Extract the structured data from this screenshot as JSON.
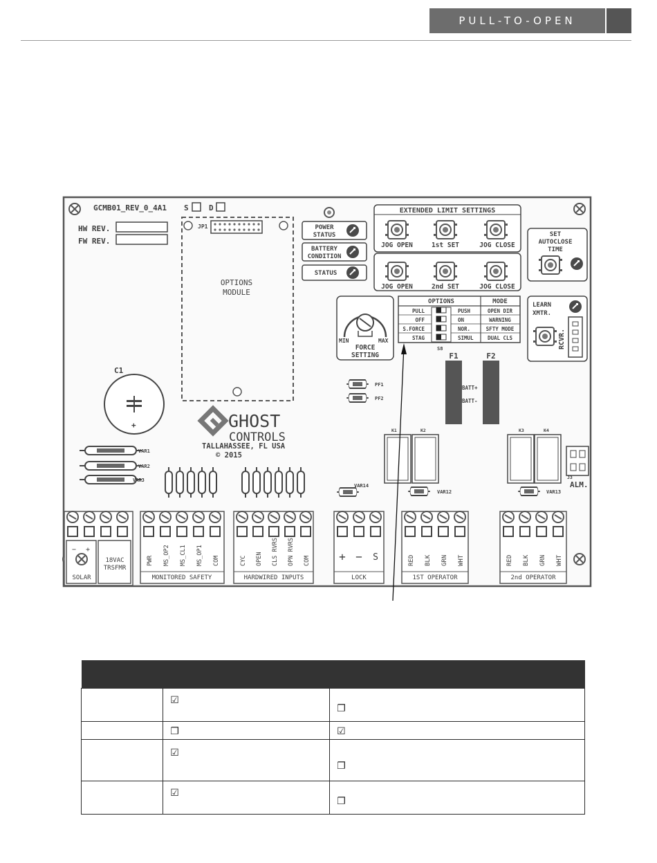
{
  "header": {
    "section_label": "PULL-TO-OPEN"
  },
  "board": {
    "part_number": "GCMB01_REV_0_4A1",
    "s_label": "S",
    "d_label": "D",
    "hw_rev": "HW REV.",
    "fw_rev": "FW REV.",
    "jp1": "JP1",
    "options_module": [
      "OPTIONS",
      "MODULE"
    ],
    "c1": "C1",
    "plus": "+",
    "power_status": [
      "POWER",
      "STATUS"
    ],
    "battery_condition": [
      "BATTERY",
      "CONDITION"
    ],
    "status": "STATUS",
    "extended_limit_settings": "EXTENDED LIMIT SETTINGS",
    "jog_open": "JOG OPEN",
    "first_set": "1st SET",
    "jog_close": "JOG CLOSE",
    "second_set": "2nd SET",
    "set_autoclose": [
      "SET",
      "AUTOCLOSE",
      "TIME"
    ],
    "learn_xmtr": [
      "LEARN",
      "XMTR."
    ],
    "rcvr": "RCVR.",
    "force_setting": [
      "FORCE",
      "SETTING"
    ],
    "min": "MIN",
    "max": "MAX",
    "options_header": "OPTIONS",
    "mode_header": "MODE",
    "options_rows": [
      {
        "left": "PULL",
        "right": "PUSH",
        "mode": "OPEN DIR"
      },
      {
        "left": "OFF",
        "right": "ON",
        "mode": "WARNING"
      },
      {
        "left": "S.FORCE",
        "right": "NOR.",
        "mode": "SFTY MODE"
      },
      {
        "left": "STAG",
        "right": "SIMUL",
        "mode": "DUAL CLS"
      }
    ],
    "s8": "S8",
    "pf1": "PF1",
    "pf2": "PF2",
    "f1": "F1",
    "f2": "F2",
    "batt_plus": "BATT+",
    "batt_minus": "BATT-",
    "logo_ghost": "GHOST",
    "logo_controls": "CONTROLS",
    "location": "TALLAHASSEE, FL USA",
    "copyright": "© 2015",
    "var1": "VAR1",
    "var2": "VAR2",
    "var3": "VAR3",
    "var14": "VAR14",
    "var12": "VAR12",
    "var13": "VAR13",
    "k1": "K1",
    "k2": "K2",
    "k3": "K3",
    "k4": "K4",
    "j3": "J3",
    "alm": "ALM.",
    "terminal_groups": {
      "solar": {
        "label": "SOLAR",
        "minus": "−",
        "plus": "+"
      },
      "trsfmr": [
        "18VAC",
        "TRSFMR"
      ],
      "monitored_safety": {
        "label": "MONITORED SAFETY",
        "pins": [
          "PWR",
          "MS_OP2",
          "MS_CL1",
          "MS_OP1",
          "COM"
        ]
      },
      "hardwired_inputs": {
        "label": "HARDWIRED INPUTS",
        "pins": [
          "CYC",
          "OPEN",
          "CLS RVRS",
          "OPN RVRS",
          "COM"
        ]
      },
      "lock": {
        "label": "LOCK",
        "pins": [
          "+",
          "−",
          "S"
        ]
      },
      "first_operator": {
        "label": "1ST OPERATOR",
        "pins": [
          "RED",
          "BLK",
          "GRN",
          "WHT"
        ]
      },
      "second_operator": {
        "label": "2nd OPERATOR",
        "pins": [
          "RED",
          "BLK",
          "GRN",
          "WHT"
        ]
      }
    }
  },
  "table": {
    "rows": [
      {
        "col2": "☑",
        "col3": "❐"
      },
      {
        "col2": "❐",
        "col3": "☑"
      },
      {
        "col2": "☑",
        "col3": "❐"
      },
      {
        "col2": "☑",
        "col3": "❐"
      }
    ]
  }
}
